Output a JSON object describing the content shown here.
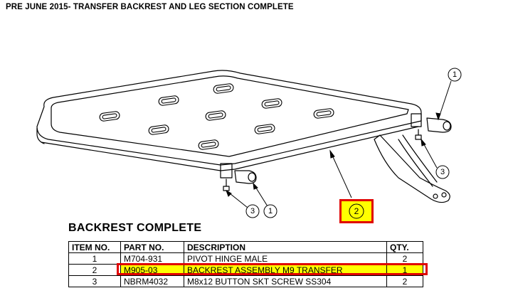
{
  "page": {
    "title": "PRE JUNE 2015- TRANSFER BACKREST AND LEG SECTION COMPLETE"
  },
  "drawing": {
    "callouts": [
      "1",
      "1",
      "2",
      "3",
      "3"
    ]
  },
  "section": {
    "title": "BACKREST COMPLETE"
  },
  "table": {
    "headers": [
      "ITEM NO.",
      "PART NO.",
      "DESCRIPTION",
      "QTY."
    ],
    "rows": [
      {
        "item": "1",
        "part": "M704-931",
        "description": "PIVOT HINGE MALE",
        "qty": "2"
      },
      {
        "item": "2",
        "part": "M905-03",
        "description": "BACKREST ASSEMBLY M9 TRANSFER",
        "qty": "1"
      },
      {
        "item": "3",
        "part": "NBRM4032",
        "description": "M8x12 BUTTON SKT SCREW SS304",
        "qty": "2"
      }
    ]
  },
  "highlight": {
    "fill": "#ffff00",
    "border": "#e00000"
  }
}
